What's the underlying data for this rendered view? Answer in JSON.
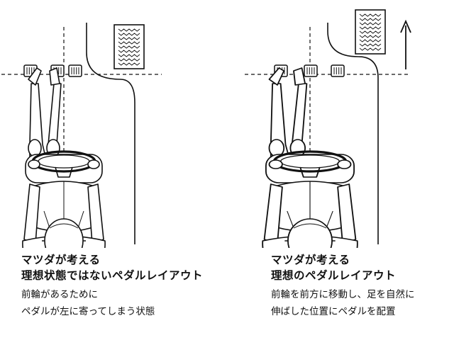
{
  "left": {
    "title_line1": "マツダが考える",
    "title_line2": "理想状態ではないペダルレイアウト",
    "desc_line1": "前輪があるために",
    "desc_line2": "ペダルが左に寄ってしまう状態"
  },
  "right": {
    "title_line1": "マツダが考える",
    "title_line2": "理想のペダルレイアウト",
    "desc_line1": "前輪を前方に移動し、足を自然に",
    "desc_line2": "伸ばした位置にペダルを配置"
  },
  "icons": [
    "forward-arrow-icon"
  ],
  "colors": {
    "line": "#111111",
    "background": "#ffffff"
  }
}
